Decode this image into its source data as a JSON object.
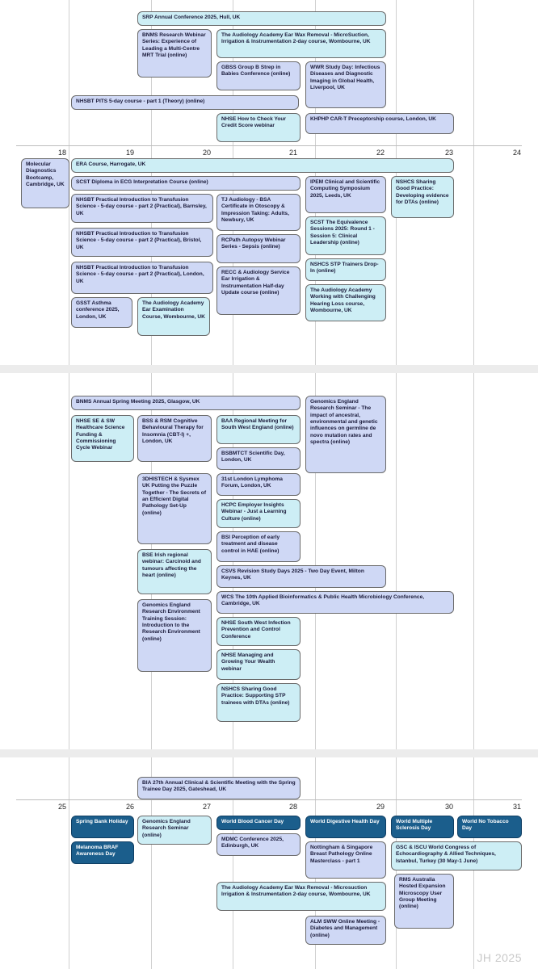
{
  "watermark": "JH 2025",
  "days_week1": [
    "18",
    "19",
    "20",
    "21",
    "22",
    "23",
    "24"
  ],
  "days_week2": [
    "25",
    "26",
    "27",
    "28",
    "29",
    "30",
    "31"
  ],
  "events": {
    "srp": "SRP Annual Conference 2025, Hull, UK",
    "bnms_webinar": "BNMS Research Webinar Series: Experience of Leading a Multi-Centre MRT Trial (online)",
    "aud_ear_wax_1": "The Audiology Academy Ear Wax Removal - MicroSuction, Irrigation & Instrumentation 2-day course, Wombourne, UK",
    "gbss": "GBSS Group B Strep in Babies Conference (online)",
    "wwr": "WWR Study Day: Infectious Diseases and Diagnostic Imaging in Global Health, Liverpool, UK",
    "nhsbt_pits": "NHSBT PITS 5-day course - part 1 (Theory) (online)",
    "nhse_credit": "NHSE How to Check Your Credit Score webinar",
    "khphp": "KHPHP CAR-T Preceptorship course, London, UK",
    "mdb": "Molecular Diagnostics Bootcamp, Cambridge, UK",
    "era": "ERA Course, Harrogate, UK",
    "scst_ecg": "SCST Diploma in ECG Interpretation Course (online)",
    "ipem": "IPEM Clinical and Scientific Computing Symposium 2025, Leeds, UK",
    "nshcs_dta": "NSHCS Sharing Good Practice: Developing evidence for DTAs (online)",
    "nhsbt_barnsley": "NHSBT Practical Introduction to Transfusion Science - 5-day course - part 2 (Practical), Barnsley, UK",
    "tj_audiology": "TJ Audiology - BSA Certificate in Otoscopy & Impression Taking: Adults, Newbury, UK",
    "scst_equiv": "SCST The Equivalence Sessions 2025: Round 1 - Session 5: Clinical Leadership (online)",
    "nhsbt_bristol": "NHSBT Practical Introduction to Transfusion Science - 5-day course - part 2 (Practical), Bristol, UK",
    "rcpath": "RCPath Autopsy Webinar Series - Sepsis (online)",
    "nshcs_stp": "NSHCS STP Trainers Drop-In (online)",
    "nhsbt_london": "NHSBT Practical Introduction to Transfusion Science - 5-day course - part 2 (Practical), London, UK",
    "recc": "RECC & Audiology Service Ear Irrigation & Instrumentation Half-day Update course (online)",
    "aud_hearing_loss": "The Audiology Academy Working with Challenging Hearing Loss course, Wombourne, UK",
    "gsst": "GSST Asthma conference 2025, London, UK",
    "aud_ear_exam": "The Audiology Academy Ear Examination Course, Wombourne, UK",
    "bnms_spring": "BNMS Annual Spring Meeting 2025, Glasgow, UK",
    "ge_seminar": "Genomics England Research Seminar - The impact of ancestral, environmental and genetic influences on germline de novo mutation rates and spectra (online)",
    "nhse_sesw": "NHSE SE & SW Healthcare Science Funding & Commissioning Cycle Webinar",
    "bss_rsm": "BSS & RSM Cognitive Behavioural Therapy for Insomnia (CBT-I) +, London, UK",
    "baa": "BAA Regional Meeting for South West England (online)",
    "bsbmtct": "BSBMTCT Scientific Day, London, UK",
    "3dhistech": "3DHISTECH & Sysmex UK Putting the Puzzle Together - The Secrets of an Efficient Digital Pathology Set-Up (online)",
    "lymphoma": "31st London Lymphoma Forum, London, UK",
    "hcpc": "HCPC Employer Insights Webinar - Just a Learning Culture (online)",
    "bsi": "BSI Perception of early treatment and disease control in HAE (online)",
    "bse": "BSE Irish regional webinar: Carcinoid and tumours affecting the heart (online)",
    "csvs": "CSVS Revision Study Days 2025 - Two Day Event, Milton Keynes, UK",
    "ge_training": "Genomics England Research Environment Training Session: Introduction to the Research Environment (online)",
    "wcs": "WCS The 10th Applied Bioinformatics & Public Health Microbiology Conference, Cambridge, UK",
    "nhse_sw_ipc": "NHSE South West Infection Prevention and Control Conference",
    "nhse_wealth": "NHSE Managing and Growing Your Wealth webinar",
    "nshcs_stp_dta": "NSHCS Sharing Good Practice: Supporting STP trainees with DTAs (online)",
    "bia": "BIA 27th Annual Clinical & Scientific Meeting with the Spring Trainee Day 2025, Gateshead, UK",
    "spring_bank": "Spring Bank Holiday",
    "ge_research_seminar": "Genomics England Research Seminar (online)",
    "blood_cancer": "World Blood Cancer Day",
    "digestive": "World Digestive Health Day",
    "ms_day": "World Multiple Sclerosis Day",
    "no_tobacco": "World No Tobacco Day",
    "melanoma": "Melanoma BRAF Awareness Day",
    "mdmc": "MDMC Conference 2025, Edinburgh, UK",
    "nottingham": "Nottingham & Singapore Breast Pathology Online Masterclass - part 1",
    "gsc_iscu": "GSC & ISCU World Congress of Echocardiography & Allied Techniques, Istanbul, Turkey (30 May-1 June)",
    "rms": "RMS Australia Hosted Expansion Microscopy User Group Meeting (online)",
    "aud_ear_wax_2": "The Audiology Academy Ear Wax Removal - Microsuction Irrigation & Instrumentation 2-day course, Wombourne, UK",
    "alm": "ALM SWW Online Meeting - Diabetes and Management (online)"
  }
}
